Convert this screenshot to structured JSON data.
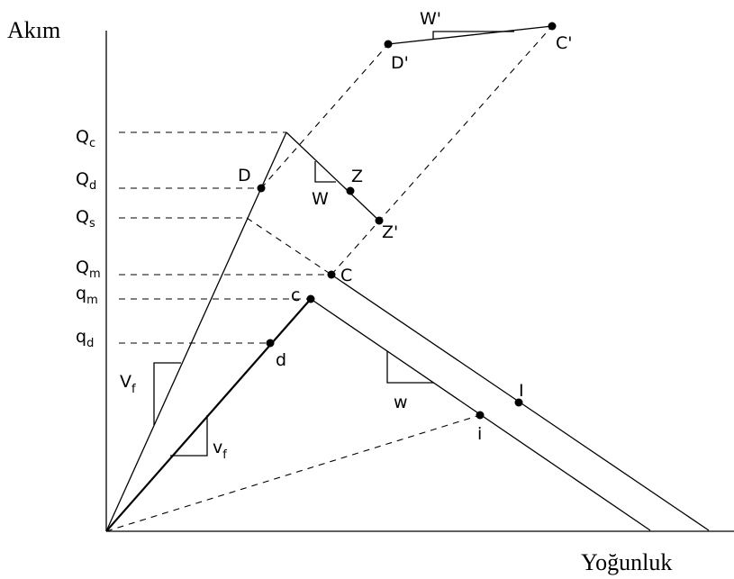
{
  "axes": {
    "y_title": "Akım",
    "x_title": "Yoğunluk"
  },
  "flow_labels": [
    {
      "main": "Q",
      "sub": "c"
    },
    {
      "main": "Q",
      "sub": "d"
    },
    {
      "main": "Q",
      "sub": "s"
    },
    {
      "main": "Q",
      "sub": "m"
    },
    {
      "main": "q",
      "sub": "m"
    },
    {
      "main": "q",
      "sub": "d"
    }
  ],
  "point_labels": [
    "D'",
    "C'",
    "D",
    "Z",
    "Z'",
    "C",
    "c",
    "d",
    "I",
    "i"
  ],
  "slope_labels": {
    "W_prime": "W'",
    "W": "W",
    "w": "w",
    "V_f": {
      "main": "V",
      "sub": "f"
    },
    "v_f": {
      "main": "v",
      "sub": "f"
    }
  }
}
